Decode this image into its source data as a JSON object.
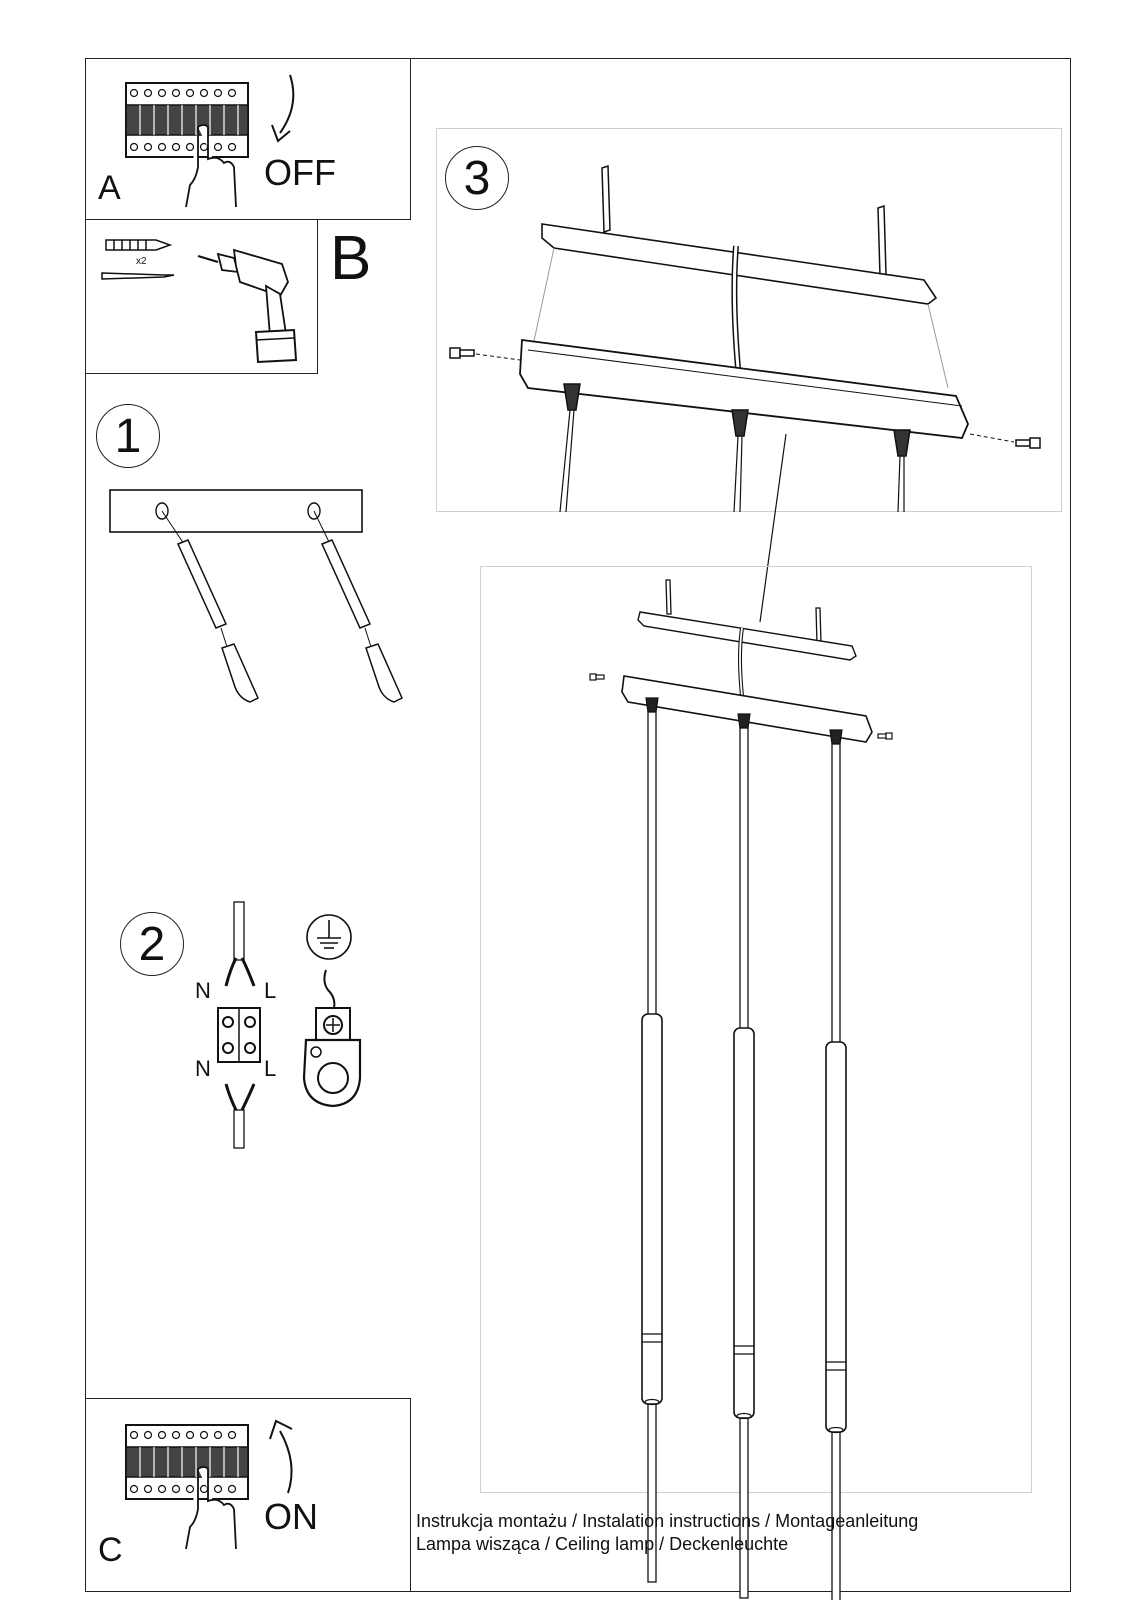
{
  "steps": {
    "a": {
      "letter": "A",
      "action": "OFF"
    },
    "b": {
      "letter": "B",
      "quantity": "x2"
    },
    "one": {
      "number": "1"
    },
    "two": {
      "number": "2",
      "neutral": "N",
      "live": "L"
    },
    "three": {
      "number": "3"
    },
    "c": {
      "letter": "C",
      "action": "ON"
    }
  },
  "icons": {
    "breaker_off": "circuit-breaker-panel-icon",
    "breaker_on": "circuit-breaker-panel-icon",
    "drill": "power-drill-icon",
    "dowel": "wall-plug-icon",
    "screw": "screw-icon",
    "earth": "ground-symbol-icon"
  },
  "caption": {
    "line1": "Instrukcja montażu / Instalation instructions / Montageanleitung",
    "line2": "Lampa wisząca / Ceiling lamp / Deckenleuchte"
  }
}
